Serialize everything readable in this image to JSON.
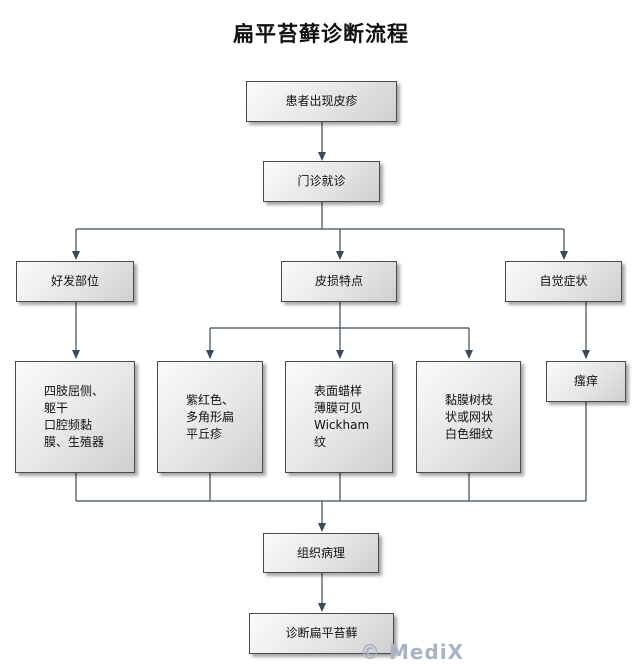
{
  "title": "扁平苔藓诊断流程",
  "nodes": {
    "start": "患者出现皮疹",
    "visit": "门诊就诊",
    "site": "好发部位",
    "lesion": "皮损特点",
    "symptom": "自觉症状",
    "site_detail": "四肢屈侧、\n躯干\n口腔频黏\n膜、生殖器",
    "lesion_a": "紫红色、\n多角形扁\n平丘疹",
    "lesion_b": "表面蜡样\n薄膜可见\nWickham\n纹",
    "lesion_c": "黏膜树枝\n状或网状\n白色细纹",
    "symptom_detail": "瘙痒",
    "pathology": "组织病理",
    "diagnosis": "诊断扁平苔藓"
  },
  "watermark": "© MediX",
  "colors": {
    "edge": "#3a4a5c",
    "border": "#4a4a4a"
  }
}
